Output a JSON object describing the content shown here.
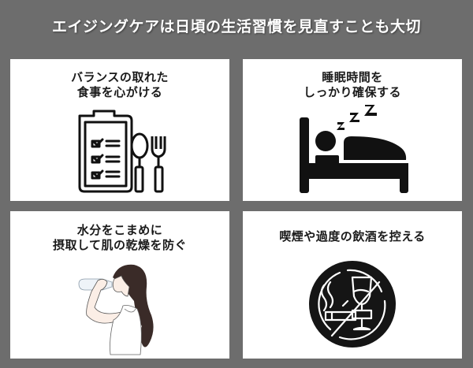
{
  "title": "エイジングケアは日頃の生活習慣を見直すことも大切",
  "colors": {
    "background": "#6d6d6d",
    "panel": "#ffffff",
    "text_title": "#ffffff",
    "text_caption": "#1a1a1a",
    "icon": "#111111"
  },
  "panels": [
    {
      "caption": "バランスの取れた\n食事を心がける",
      "icon": "clipboard-checklist-spoon-fork-icon"
    },
    {
      "caption": "睡眠時間を\nしっかり確保する",
      "icon": "person-sleeping-in-bed-icon"
    },
    {
      "caption": "水分をこまめに\n摂取して肌の乾燥を防ぐ",
      "icon": "woman-drinking-water-illustration"
    },
    {
      "caption": "喫煙や過度の飲酒を控える",
      "icon": "no-smoking-no-drinking-icon"
    }
  ]
}
